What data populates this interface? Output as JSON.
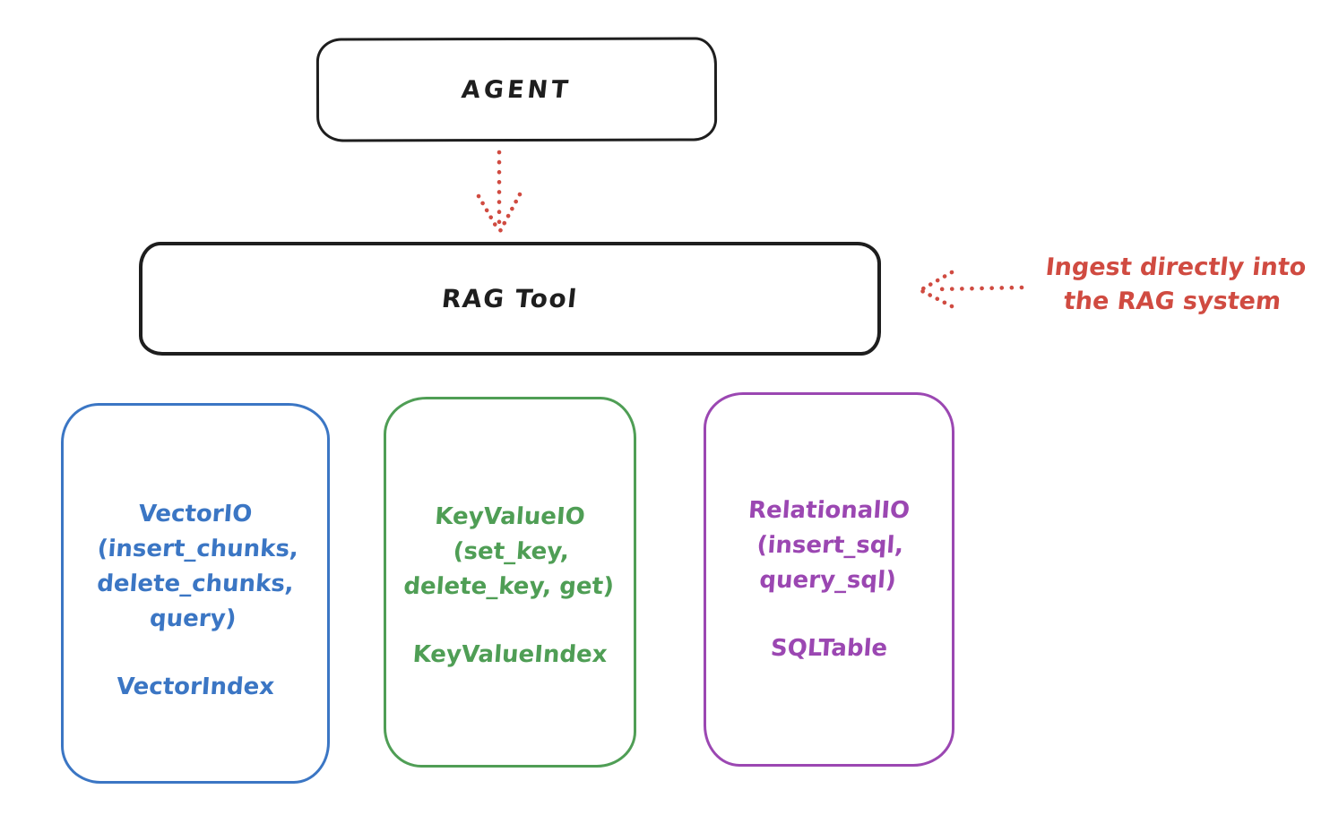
{
  "diagram": {
    "agent": {
      "label": "AGENT"
    },
    "rag_tool": {
      "label": "RAG Tool"
    },
    "annotation": {
      "text": "Ingest directly into\nthe RAG system"
    },
    "cards": [
      {
        "title": "VectorIO",
        "methods": "(insert_chunks,\ndelete_chunks,\nquery)",
        "index": "VectorIndex",
        "color": "#3b76c4"
      },
      {
        "title": "KeyValueIO",
        "methods": "(set_key,\ndelete_key, get)",
        "index": "KeyValueIndex",
        "color": "#4f9e55"
      },
      {
        "title": "RelationalIO",
        "methods": "(insert_sql,\nquery_sql)",
        "index": "SQLTable",
        "color": "#9b47b2"
      }
    ],
    "colors": {
      "ink": "#1e1e1e",
      "red": "#d04b41",
      "blue": "#3b76c4",
      "green": "#4f9e55",
      "purple": "#9b47b2"
    }
  }
}
